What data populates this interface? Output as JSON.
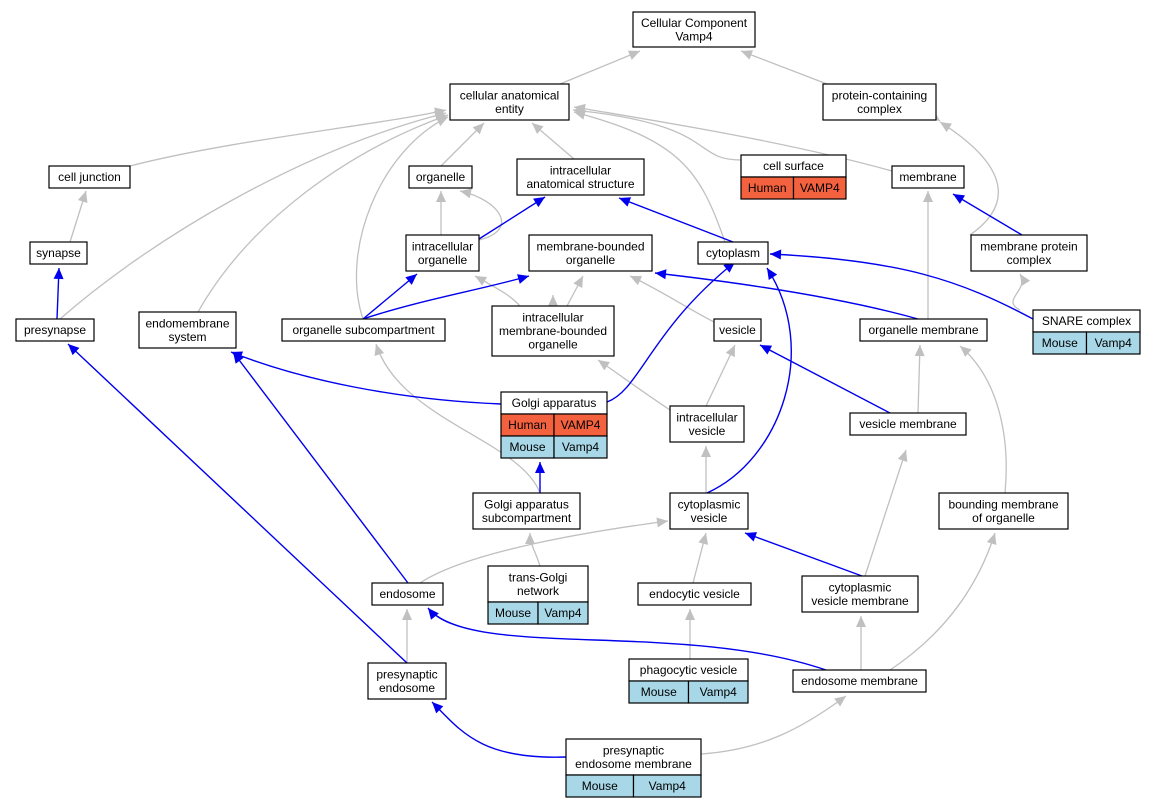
{
  "colors": {
    "human": "#f4613f",
    "mouse": "#a8d8e8",
    "edge_is_a": "#c0c0c0",
    "edge_part_of": "#0000ee"
  },
  "nodes": {
    "root": {
      "lines": [
        "Cellular Component",
        "Vamp4"
      ]
    },
    "cae": {
      "lines": [
        "cellular anatomical",
        "entity"
      ]
    },
    "pcc": {
      "lines": [
        "protein-containing",
        "complex"
      ]
    },
    "cj": {
      "lines": [
        "cell junction"
      ]
    },
    "org": {
      "lines": [
        "organelle"
      ]
    },
    "ias": {
      "lines": [
        "intracellular",
        "anatomical structure"
      ]
    },
    "cs": {
      "lines": [
        "cell surface"
      ],
      "annotations": [
        {
          "species": "Human",
          "gene": "VAMP4"
        }
      ]
    },
    "mem": {
      "lines": [
        "membrane"
      ]
    },
    "syn": {
      "lines": [
        "synapse"
      ]
    },
    "iorg": {
      "lines": [
        "intracellular",
        "organelle"
      ]
    },
    "mbo": {
      "lines": [
        "membrane-bounded",
        "organelle"
      ]
    },
    "cyto": {
      "lines": [
        "cytoplasm"
      ]
    },
    "mpc": {
      "lines": [
        "membrane protein",
        "complex"
      ]
    },
    "presyn": {
      "lines": [
        "presynapse"
      ]
    },
    "ems": {
      "lines": [
        "endomembrane",
        "system"
      ]
    },
    "osc": {
      "lines": [
        "organelle subcompartment"
      ]
    },
    "imbo": {
      "lines": [
        "intracellular",
        "membrane-bounded",
        "organelle"
      ]
    },
    "ves": {
      "lines": [
        "vesicle"
      ]
    },
    "orgmem": {
      "lines": [
        "organelle membrane"
      ]
    },
    "snare": {
      "lines": [
        "SNARE complex"
      ],
      "annotations": [
        {
          "species": "Mouse",
          "gene": "Vamp4"
        }
      ]
    },
    "golgi": {
      "lines": [
        "Golgi apparatus"
      ],
      "annotations": [
        {
          "species": "Human",
          "gene": "VAMP4"
        },
        {
          "species": "Mouse",
          "gene": "Vamp4"
        }
      ]
    },
    "iv": {
      "lines": [
        "intracellular",
        "vesicle"
      ]
    },
    "vm": {
      "lines": [
        "vesicle membrane"
      ]
    },
    "gas": {
      "lines": [
        "Golgi apparatus",
        "subcompartment"
      ]
    },
    "cv": {
      "lines": [
        "cytoplasmic",
        "vesicle"
      ]
    },
    "bmo": {
      "lines": [
        "bounding membrane",
        "of organelle"
      ]
    },
    "tgn": {
      "lines": [
        "trans-Golgi",
        "network"
      ],
      "annotations": [
        {
          "species": "Mouse",
          "gene": "Vamp4"
        }
      ]
    },
    "endo": {
      "lines": [
        "endosome"
      ]
    },
    "endov": {
      "lines": [
        "endocytic vesicle"
      ]
    },
    "cvm": {
      "lines": [
        "cytoplasmic",
        "vesicle membrane"
      ]
    },
    "pe": {
      "lines": [
        "presynaptic",
        "endosome"
      ]
    },
    "pv": {
      "lines": [
        "phagocytic vesicle"
      ],
      "annotations": [
        {
          "species": "Mouse",
          "gene": "Vamp4"
        }
      ]
    },
    "em": {
      "lines": [
        "endosome membrane"
      ]
    },
    "pem": {
      "lines": [
        "presynaptic",
        "endosome membrane"
      ],
      "annotations": [
        {
          "species": "Mouse",
          "gene": "Vamp4"
        }
      ]
    }
  }
}
